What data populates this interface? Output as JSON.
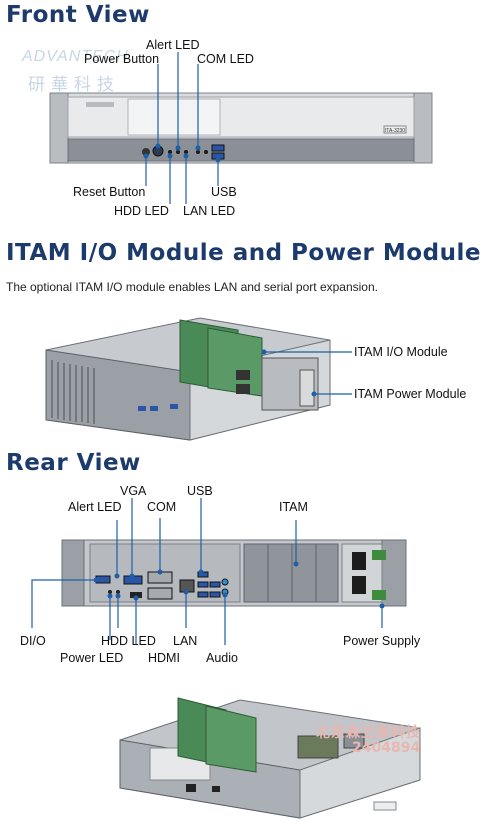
{
  "front": {
    "heading": "Front View",
    "labels": {
      "alert_led": "Alert LED",
      "power_button": "Power Button",
      "com_led": "COM LED",
      "reset_button": "Reset Button",
      "usb": "USB",
      "hdd_led": "HDD LED",
      "lan_led": "LAN LED"
    },
    "model_badge": "ITA-3230"
  },
  "watermark": {
    "brand": "ADVANTECH",
    "chinese": "研華科技"
  },
  "itam": {
    "heading": "ITAM I/O Module and Power Module",
    "description": "The optional ITAM I/O module enables LAN and serial port expansion.",
    "labels": {
      "io_module": "ITAM I/O Module",
      "power_module": "ITAM Power Module"
    }
  },
  "rear": {
    "heading": "Rear View",
    "labels": {
      "vga": "VGA",
      "usb": "USB",
      "alert_led": "Alert LED",
      "com": "COM",
      "itam": "ITAM",
      "dio": "DI/O",
      "hdd_led": "HDD LED",
      "lan": "LAN",
      "power_supply": "Power Supply",
      "power_led": "Power LED",
      "hdmi": "HDMI",
      "audio": "Audio"
    }
  },
  "bottom_watermark": {
    "company": "北京森兰泰科技",
    "phone": "2404894"
  },
  "colors": {
    "heading": "#1d3a6c",
    "callout": "#1f5fa8"
  }
}
